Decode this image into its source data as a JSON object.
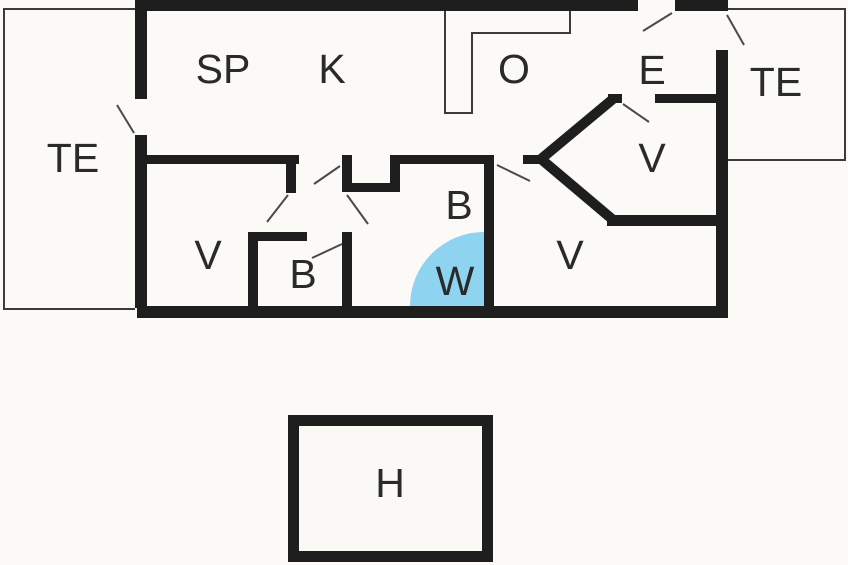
{
  "plan": {
    "description": "Floor plan",
    "rooms": {
      "te_left": "TE",
      "sp": "SP",
      "k": "K",
      "o": "O",
      "e": "E",
      "te_right": "TE",
      "v_right": "V",
      "v_left": "V",
      "v_bottom": "V",
      "b_bath": "B",
      "b_small": "B",
      "w": "W",
      "h": "H"
    }
  },
  "colors": {
    "wall": "#1e1e1e",
    "label": "#2a2a2a",
    "door": "#4a4a4a",
    "outline": "#3b3b3b",
    "shower": "#8ed3f0",
    "floor": "#faf9f5",
    "background": "#fbfaf6"
  }
}
